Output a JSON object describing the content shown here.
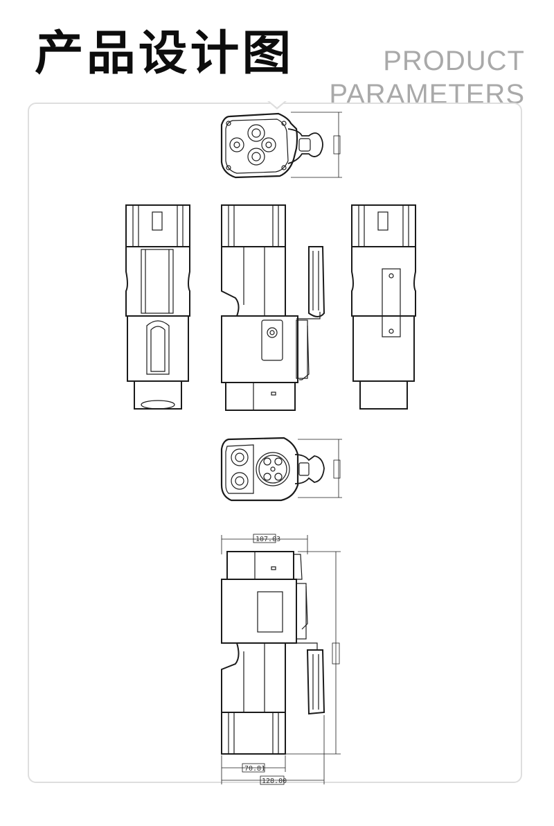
{
  "header": {
    "title_cn": "产品设计图",
    "title_en_line1": "PRODUCT",
    "title_en_line2": "PARAMETERS"
  },
  "dimensions": {
    "top_height": "",
    "bottom_height": "",
    "side_width": "107.03",
    "side_height": "",
    "body_width": "70.81",
    "total_width": "128.00"
  },
  "colors": {
    "title": "#0d0d0d",
    "subtitle": "#a9a9a9",
    "card_border": "#dedede",
    "line": "#1a1a1a"
  }
}
